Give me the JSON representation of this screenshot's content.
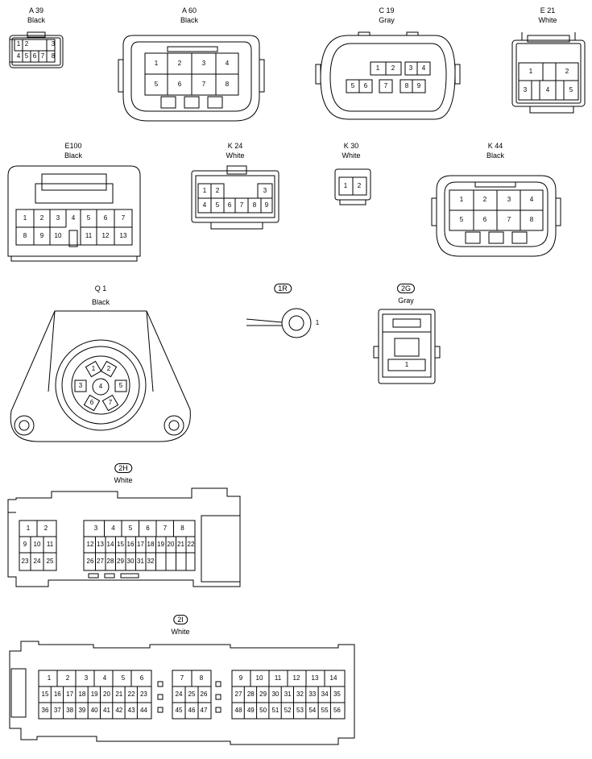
{
  "connectors": [
    {
      "id": "a39",
      "code": "A 39",
      "color": "Black",
      "pins": [
        "1",
        "2",
        "3",
        "4",
        "5",
        "6",
        "7",
        "8"
      ]
    },
    {
      "id": "a60",
      "code": "A 60",
      "color": "Black",
      "pins": [
        "1",
        "2",
        "3",
        "4",
        "5",
        "6",
        "7",
        "8"
      ]
    },
    {
      "id": "c19",
      "code": "C 19",
      "color": "Gray",
      "pins": [
        "1",
        "2",
        "3",
        "4",
        "5",
        "6",
        "7",
        "8",
        "9"
      ]
    },
    {
      "id": "e21",
      "code": "E 21",
      "color": "White",
      "pins": [
        "1",
        "2",
        "3",
        "4",
        "5"
      ]
    },
    {
      "id": "e100",
      "code": "E100",
      "color": "Black",
      "pins": [
        "1",
        "2",
        "3",
        "4",
        "5",
        "6",
        "7",
        "8",
        "9",
        "10",
        "11",
        "12",
        "13"
      ]
    },
    {
      "id": "k24",
      "code": "K 24",
      "color": "White",
      "pins": [
        "1",
        "2",
        "3",
        "4",
        "5",
        "6",
        "7",
        "8",
        "9"
      ]
    },
    {
      "id": "k30",
      "code": "K 30",
      "color": "White",
      "pins": [
        "1",
        "2"
      ]
    },
    {
      "id": "k44",
      "code": "K 44",
      "color": "Black",
      "pins": [
        "1",
        "2",
        "3",
        "4",
        "5",
        "6",
        "7",
        "8"
      ]
    },
    {
      "id": "q1",
      "code": "Q 1",
      "color": "Black",
      "pins": [
        "1",
        "2",
        "3",
        "4",
        "5",
        "6",
        "7"
      ]
    },
    {
      "id": "1r",
      "code": "1R",
      "color": "",
      "pins": [
        "1"
      ]
    },
    {
      "id": "2g",
      "code": "2G",
      "color": "Gray",
      "pins": [
        "1"
      ]
    },
    {
      "id": "2h",
      "code": "2H",
      "color": "White",
      "pins": [
        "1",
        "2",
        "3",
        "4",
        "5",
        "6",
        "7",
        "8",
        "9",
        "10",
        "11",
        "12",
        "13",
        "14",
        "15",
        "16",
        "17",
        "18",
        "19",
        "20",
        "21",
        "22",
        "23",
        "24",
        "25",
        "26",
        "27",
        "28",
        "29",
        "30",
        "31",
        "32"
      ]
    },
    {
      "id": "2i",
      "code": "2I",
      "color": "White",
      "pins": [
        "1",
        "2",
        "3",
        "4",
        "5",
        "6",
        "7",
        "8",
        "9",
        "10",
        "11",
        "12",
        "13",
        "14",
        "15",
        "16",
        "17",
        "18",
        "19",
        "20",
        "21",
        "22",
        "23",
        "24",
        "25",
        "26",
        "27",
        "28",
        "29",
        "30",
        "31",
        "32",
        "33",
        "34",
        "35",
        "36",
        "37",
        "38",
        "39",
        "40",
        "41",
        "42",
        "43",
        "44",
        "45",
        "46",
        "47",
        "48",
        "49",
        "50",
        "51",
        "52",
        "53",
        "54",
        "55",
        "56"
      ]
    }
  ]
}
